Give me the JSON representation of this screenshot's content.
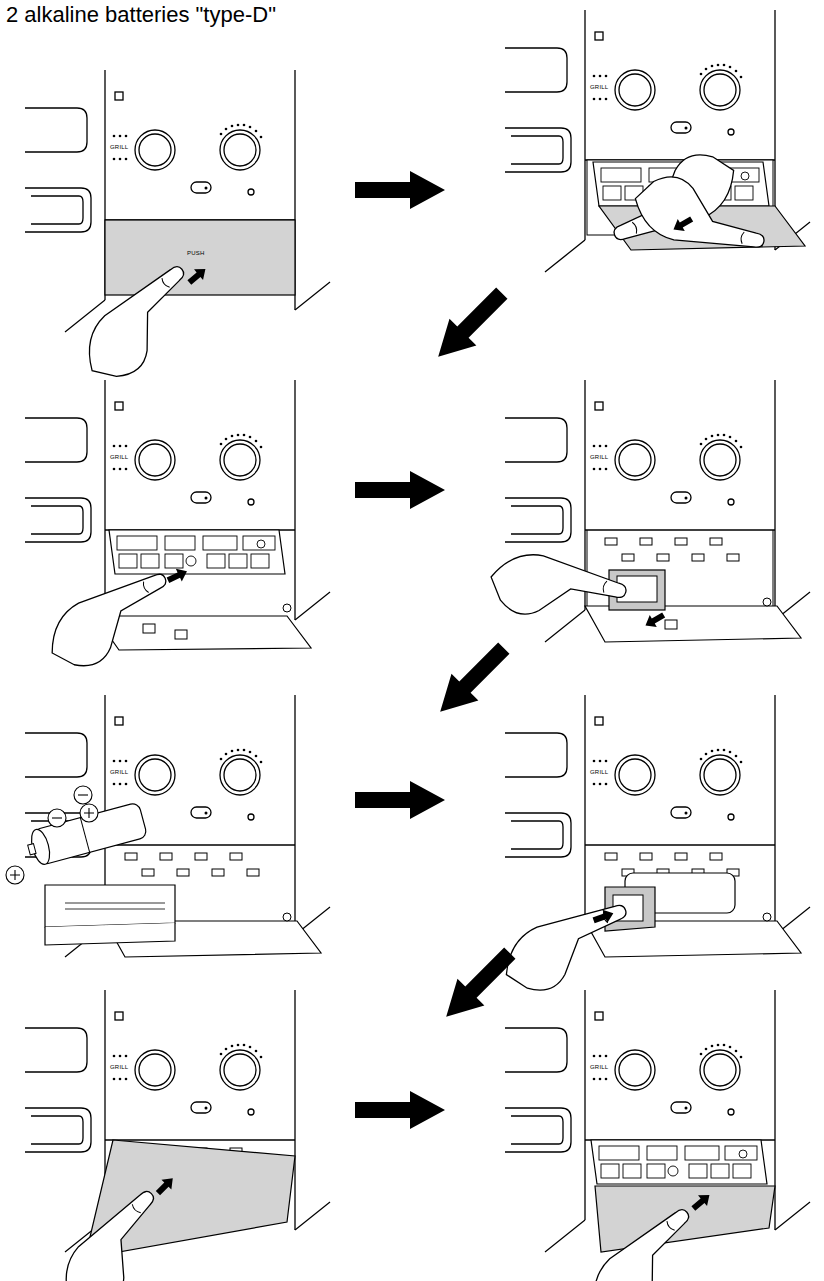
{
  "diagram": {
    "title": "2 alkaline batteries \"type-D\"",
    "labels": [
      "PUSH",
      "GRILL",
      "GRILL",
      "GRILL",
      "GRILL",
      "GRILL",
      "GRILL",
      "GRILL",
      "GRILL"
    ]
  }
}
